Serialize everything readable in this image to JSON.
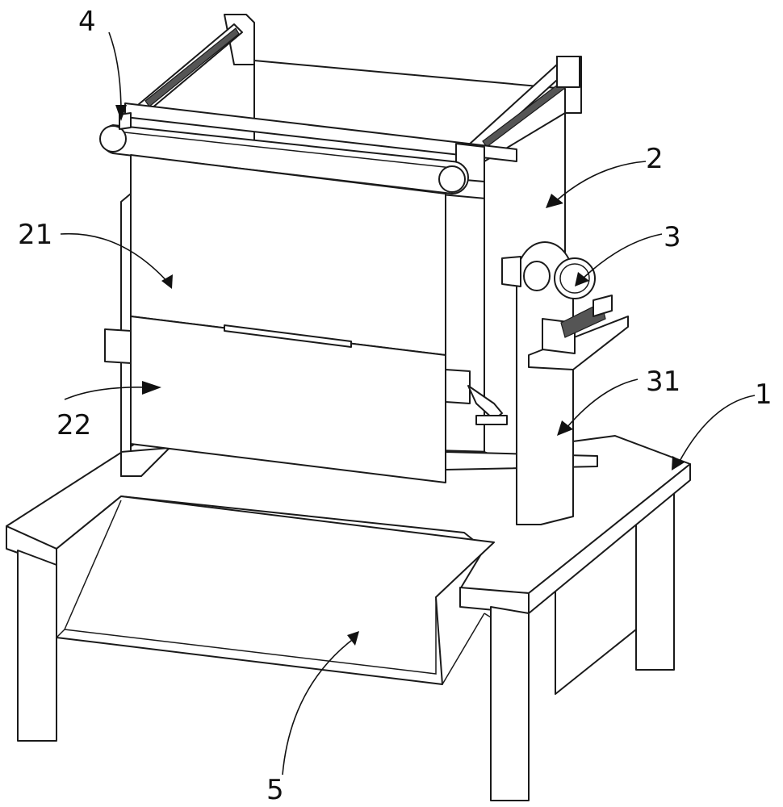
{
  "figure": {
    "labels": [
      {
        "id": "label-1",
        "text": "1"
      },
      {
        "id": "label-2",
        "text": "2"
      },
      {
        "id": "label-3",
        "text": "3"
      },
      {
        "id": "label-4",
        "text": "4"
      },
      {
        "id": "label-5",
        "text": "5"
      },
      {
        "id": "label-21",
        "text": "21"
      },
      {
        "id": "label-22",
        "text": "22"
      },
      {
        "id": "label-31",
        "text": "31"
      }
    ]
  }
}
